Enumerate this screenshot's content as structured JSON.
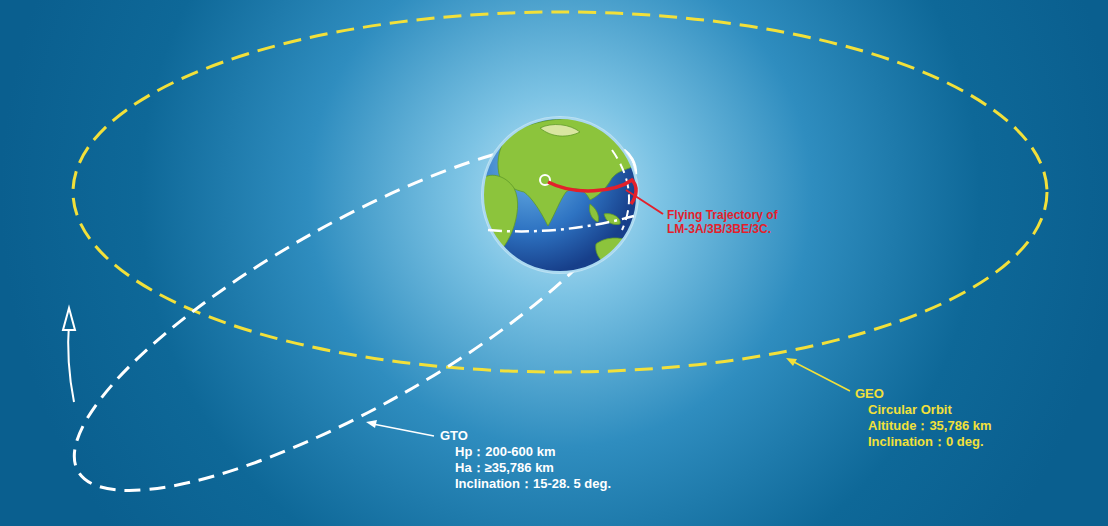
{
  "diagram": {
    "labels": [
      "Flying Trajectory of LM-3A/3B/3BE/3C.",
      "GEO",
      "Circular Orbit",
      "Altitude：35,786 km",
      "Inclination：0 deg.",
      "GTO",
      "Hp：200-600 km",
      "Ha：≥35,786 km",
      "Inclination：15-28. 5 deg."
    ]
  }
}
